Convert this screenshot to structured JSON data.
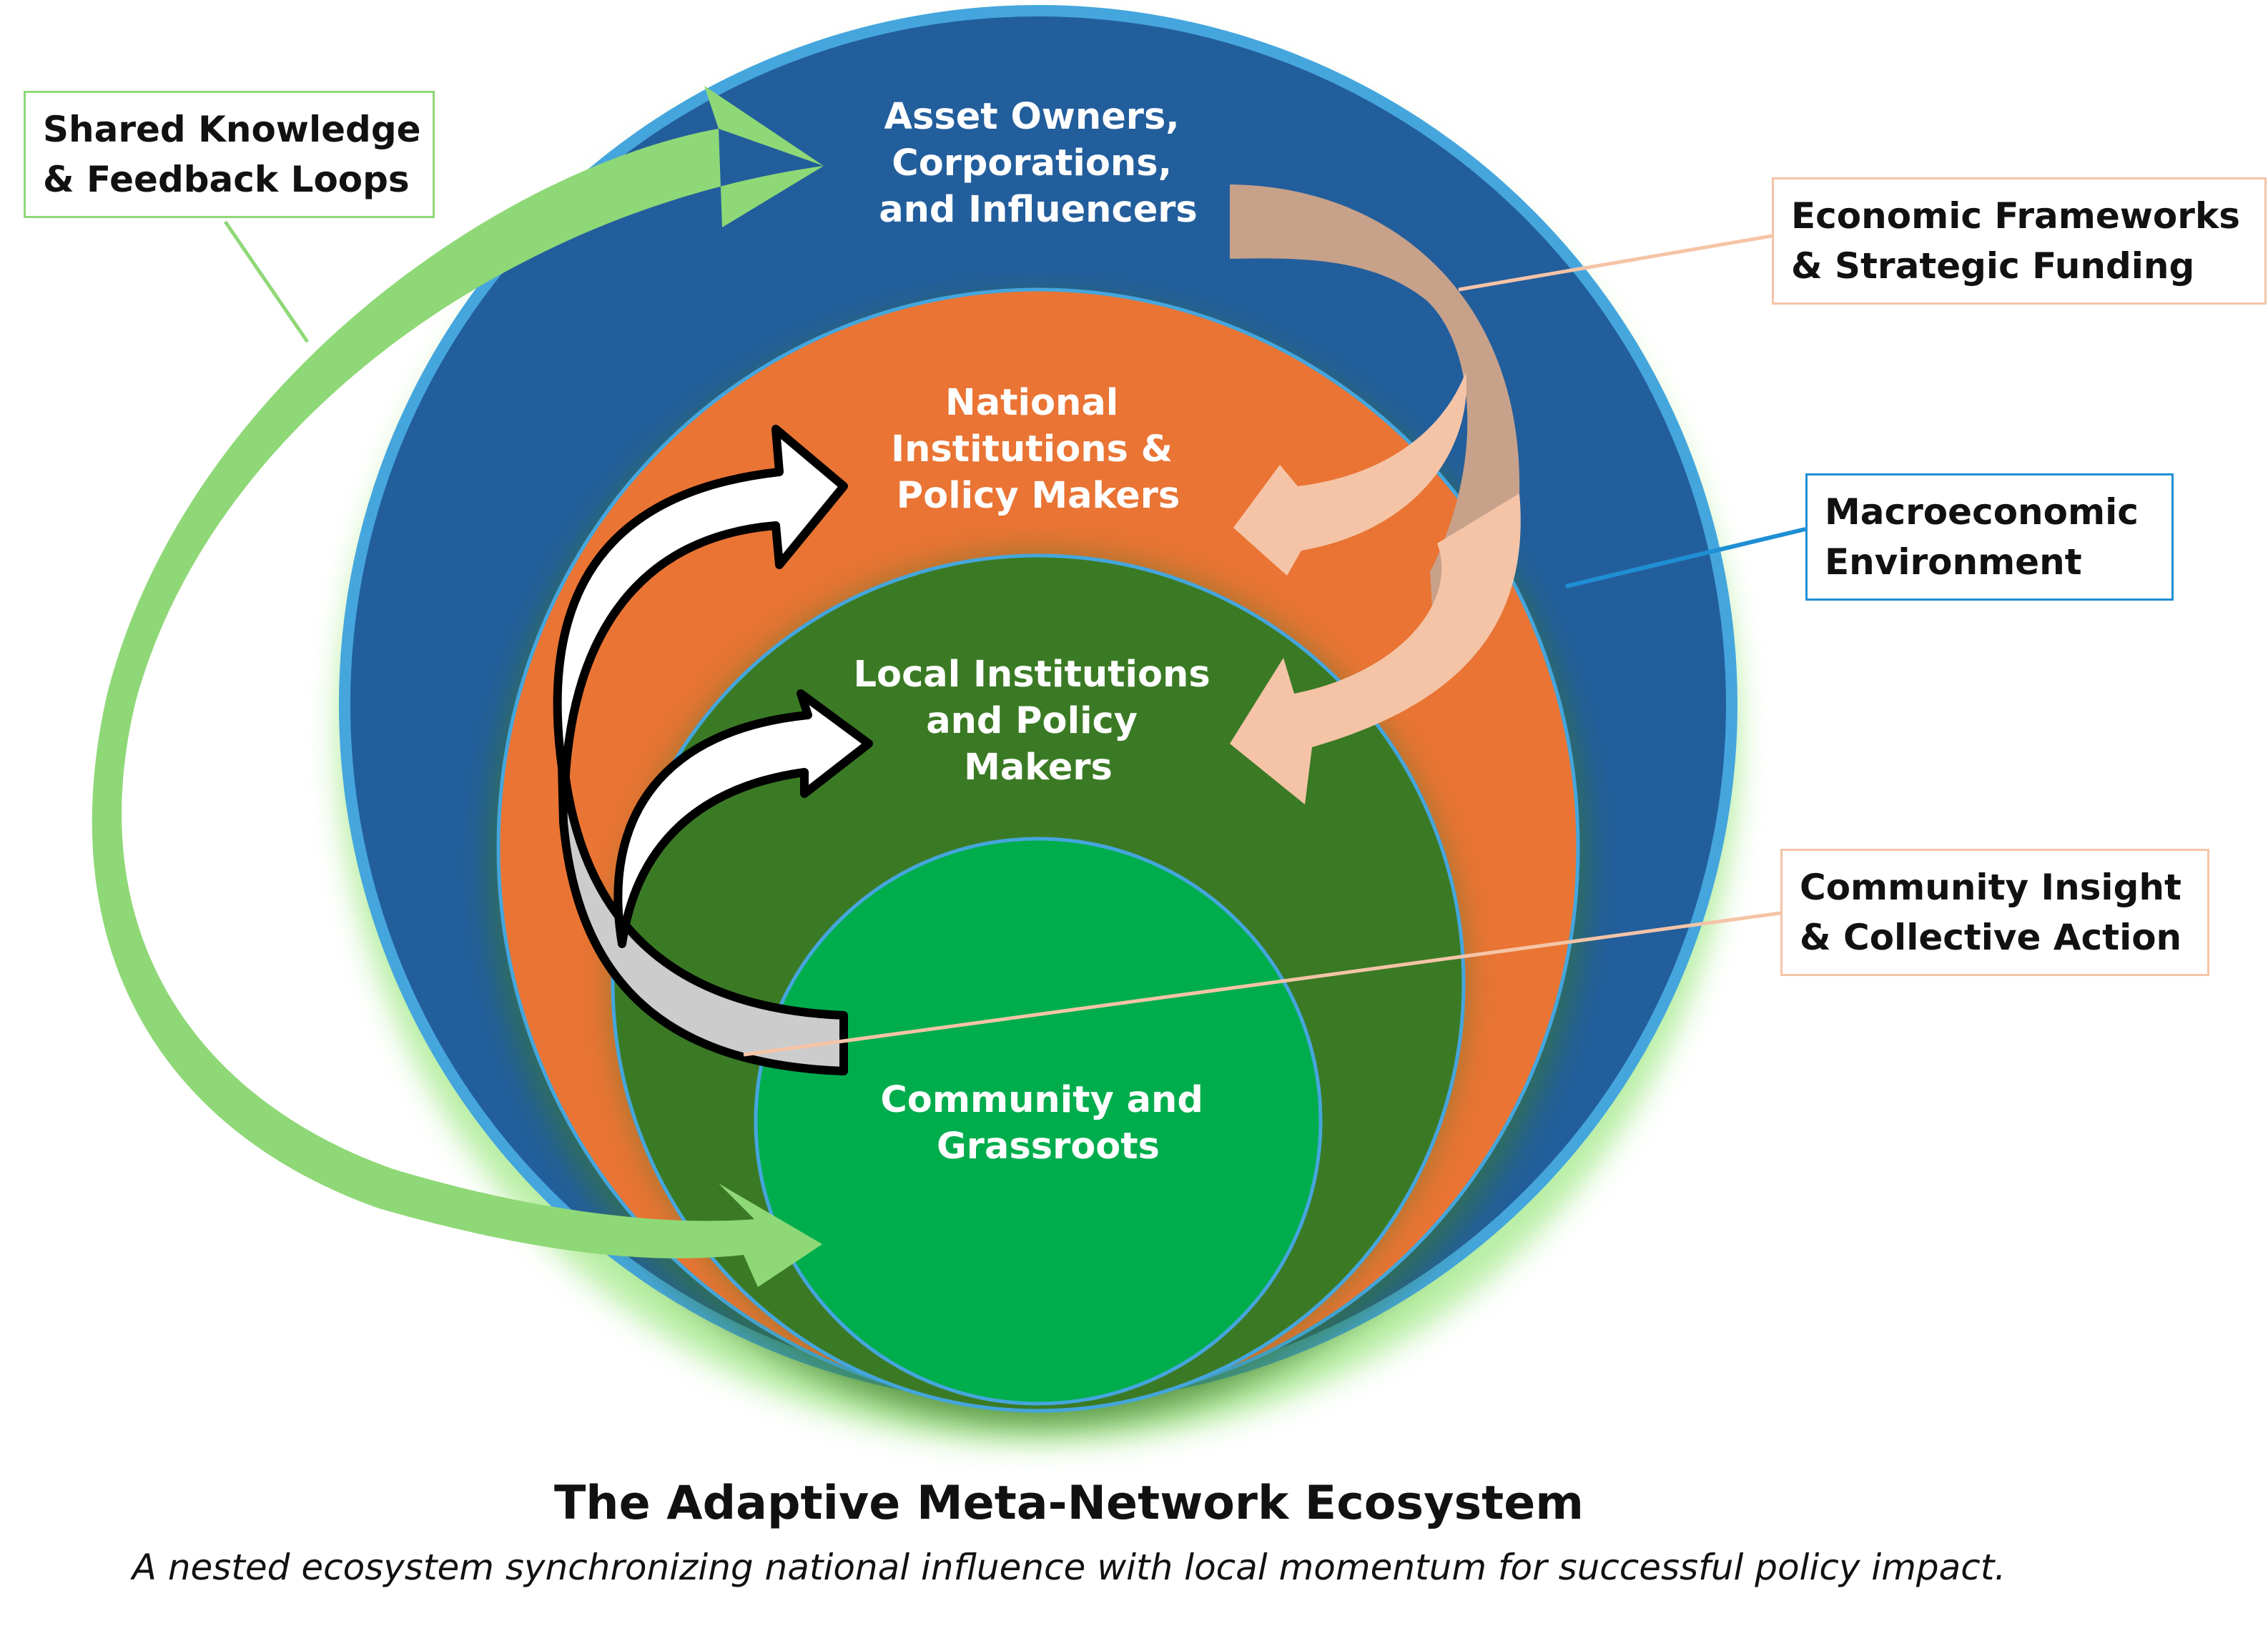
{
  "colors": {
    "outer_ring": "#235e9c",
    "outer_border": "#45a6dd",
    "national_ring": "#e97434",
    "local_ring": "#3b7a25",
    "community_ring": "#00ad4d",
    "green_arrow": "#8fd877",
    "tan_arrow": "#c7a18a",
    "peach_arrow": "#f5c4a7",
    "white_arrow": "#ffffff",
    "grey_arrow": "#cccccc"
  },
  "rings": {
    "asset_owners": [
      "Asset Owners,",
      "Corporations,",
      "and Influencers"
    ],
    "national": [
      "National",
      "Institutions &",
      "Policy Makers"
    ],
    "local": [
      "Local Institutions",
      "and Policy",
      "Makers"
    ],
    "community": [
      "Community and",
      "Grassroots"
    ]
  },
  "callouts": {
    "shared_knowledge": [
      "Shared Knowledge",
      "& Feedback Loops"
    ],
    "economic_frameworks": [
      "Economic Frameworks",
      "& Strategic Funding"
    ],
    "macroeconomic": [
      "Macroeconomic",
      "Environment"
    ],
    "community_insight": [
      "Community Insight",
      "& Collective Action"
    ]
  },
  "title": "The Adaptive Meta-Network Ecosystem",
  "subtitle": "A nested ecosystem synchronizing national influence with local momentum for successful policy impact."
}
